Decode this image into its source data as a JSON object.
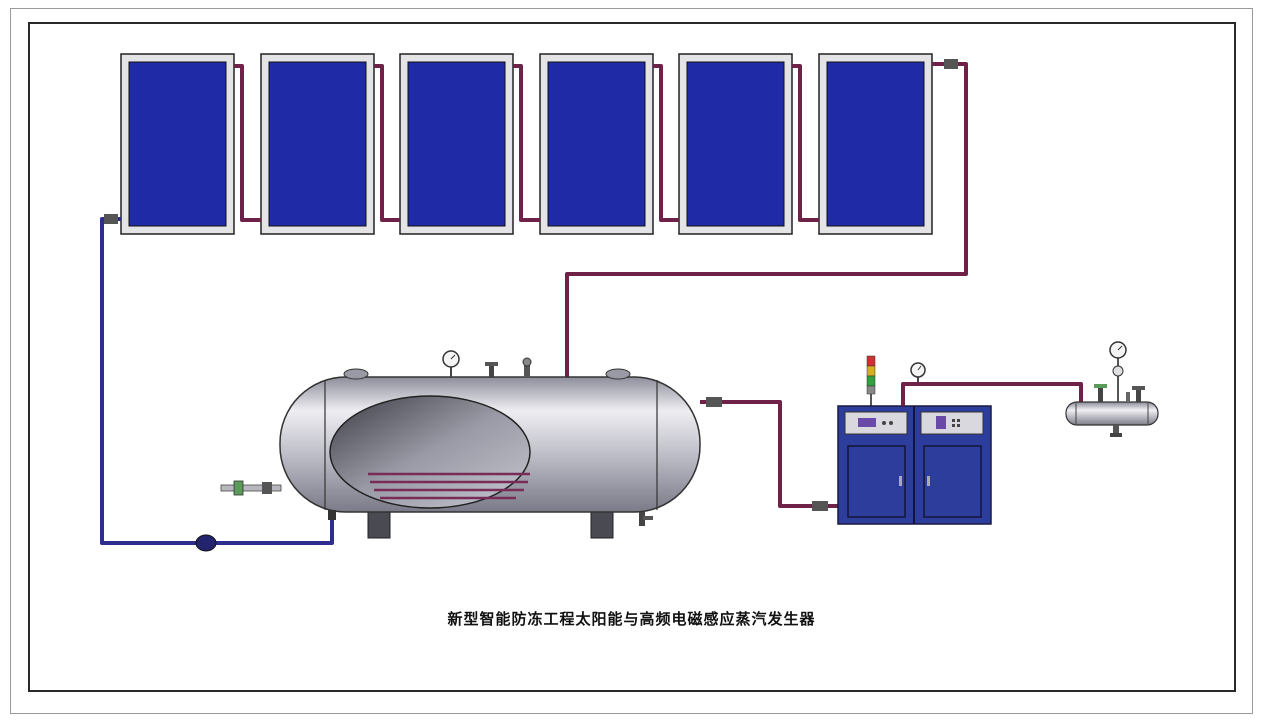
{
  "caption": "新型智能防冻工程太阳能与高频电磁感应蒸汽发生器",
  "colors": {
    "panel_fill": "#1e2aa6",
    "panel_frame": "#e4e4e6",
    "hot_pipe": "#6e2248",
    "cold_pipe": "#2e2e8c",
    "cabinet": "#2d3d9b",
    "tank": "#c4c4cf"
  },
  "components": {
    "collector_count": 6,
    "storage_tank": "horizontal-storage-tank",
    "circulation_pump": "circulation-pump",
    "steam_generator": "electromagnetic-steam-generator-cabinet",
    "steam_header": "steam-distribution-header"
  }
}
